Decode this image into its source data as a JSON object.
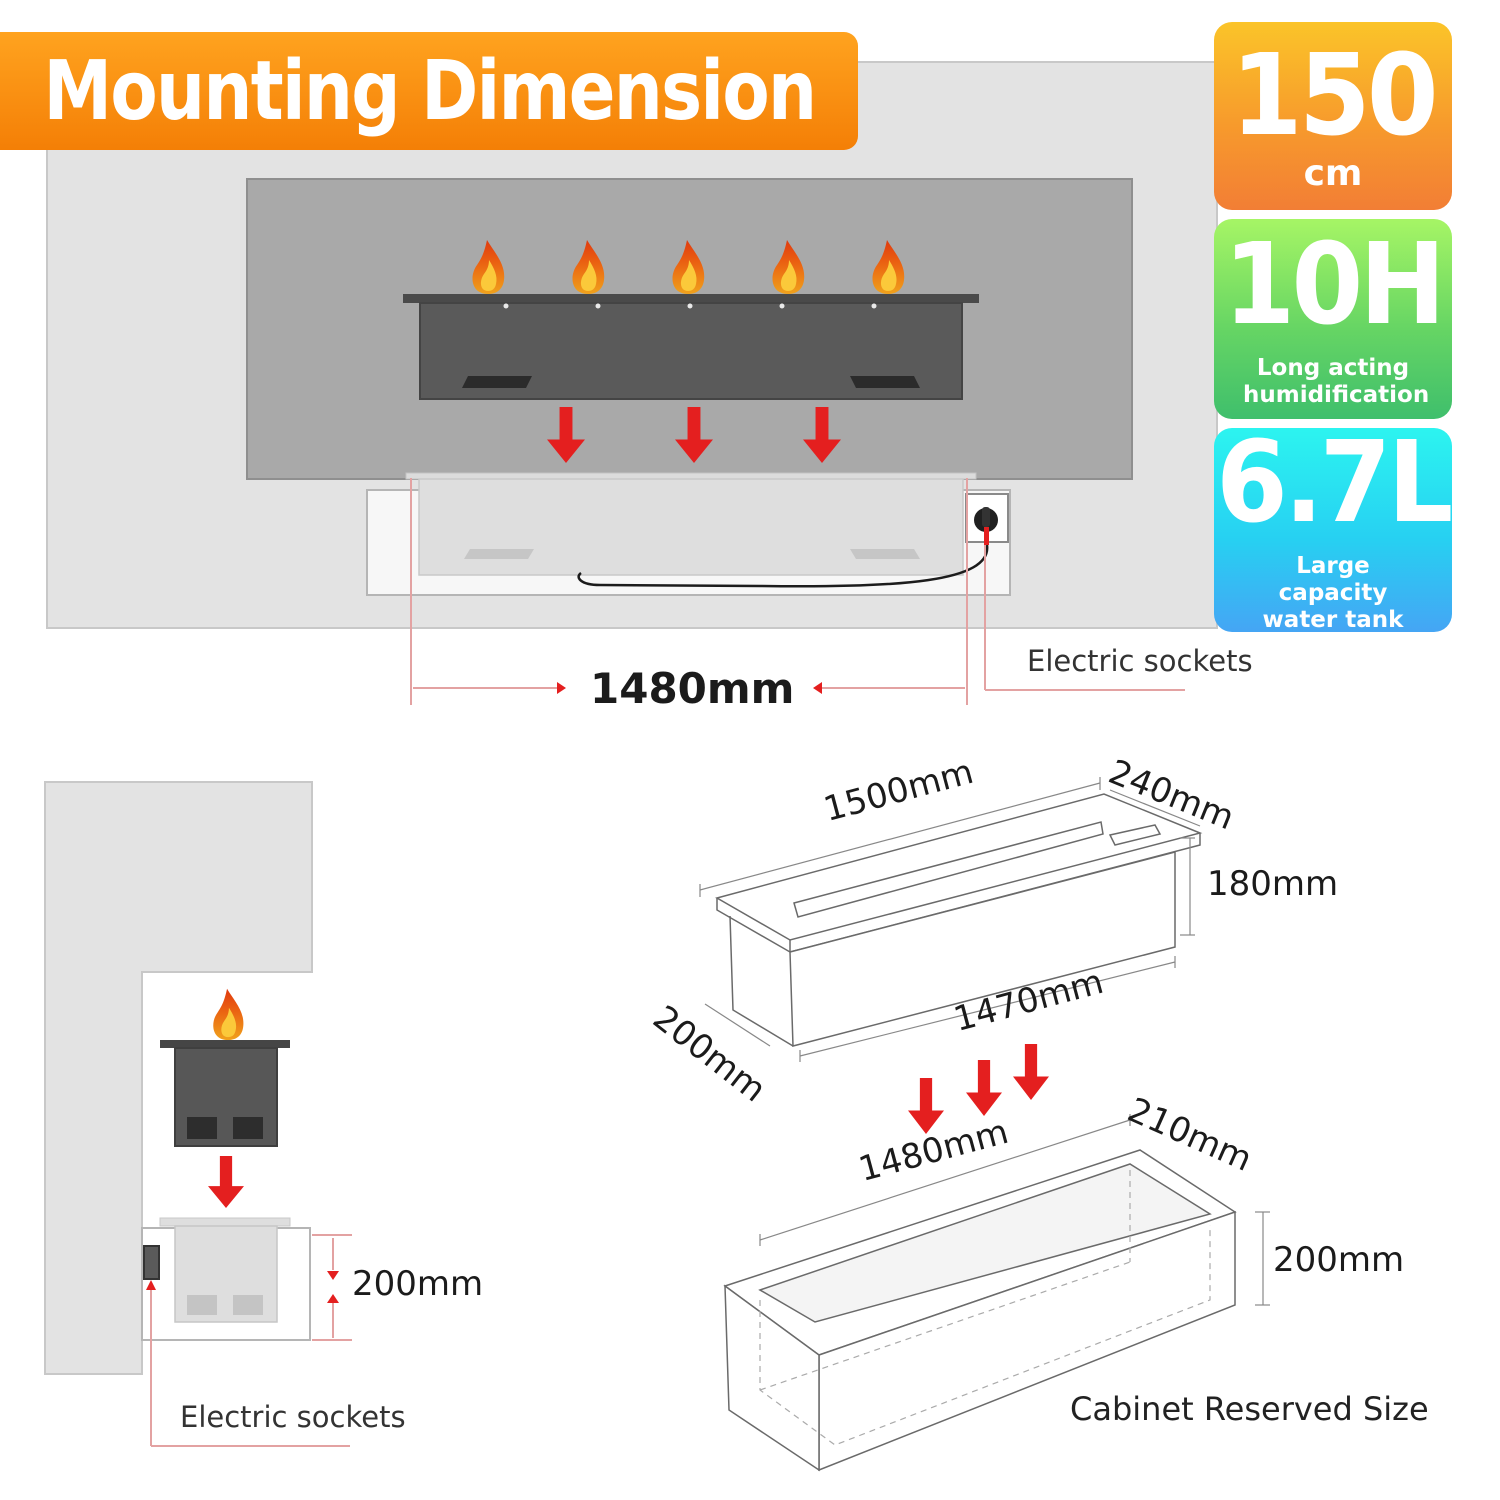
{
  "title": "Mounting Dimension",
  "badges": [
    {
      "value": "150",
      "unit": "cm",
      "subtitle": ""
    },
    {
      "value": "10H",
      "unit": "",
      "subtitle": "Long acting humidification"
    },
    {
      "value": "6.7L",
      "unit": "",
      "subtitle": "Large capacity water tank"
    }
  ],
  "front_view": {
    "socket_label": "Electric sockets",
    "width_dimension": "1480mm",
    "flame_count": 5,
    "arrow_count": 3
  },
  "side_view": {
    "socket_label": "Electric sockets",
    "depth_dimension": "200mm"
  },
  "product": {
    "length": "1500mm",
    "top_depth": "240mm",
    "height": "180mm",
    "bottom_length": "1470mm",
    "body_depth": "200mm"
  },
  "cabinet": {
    "length": "1480mm",
    "depth": "210mm",
    "height": "200mm",
    "caption": "Cabinet Reserved Size"
  },
  "colors": {
    "title_banner": "#f48a0c",
    "badge_orange": "#f79a2c",
    "badge_green": "#5fcf66",
    "badge_blue": "#27c9f2",
    "arrow_red": "#e41f1f",
    "wall_gray": "#e3e3e3",
    "panel_gray": "#a9a9a9",
    "unit_dark": "#575757"
  }
}
